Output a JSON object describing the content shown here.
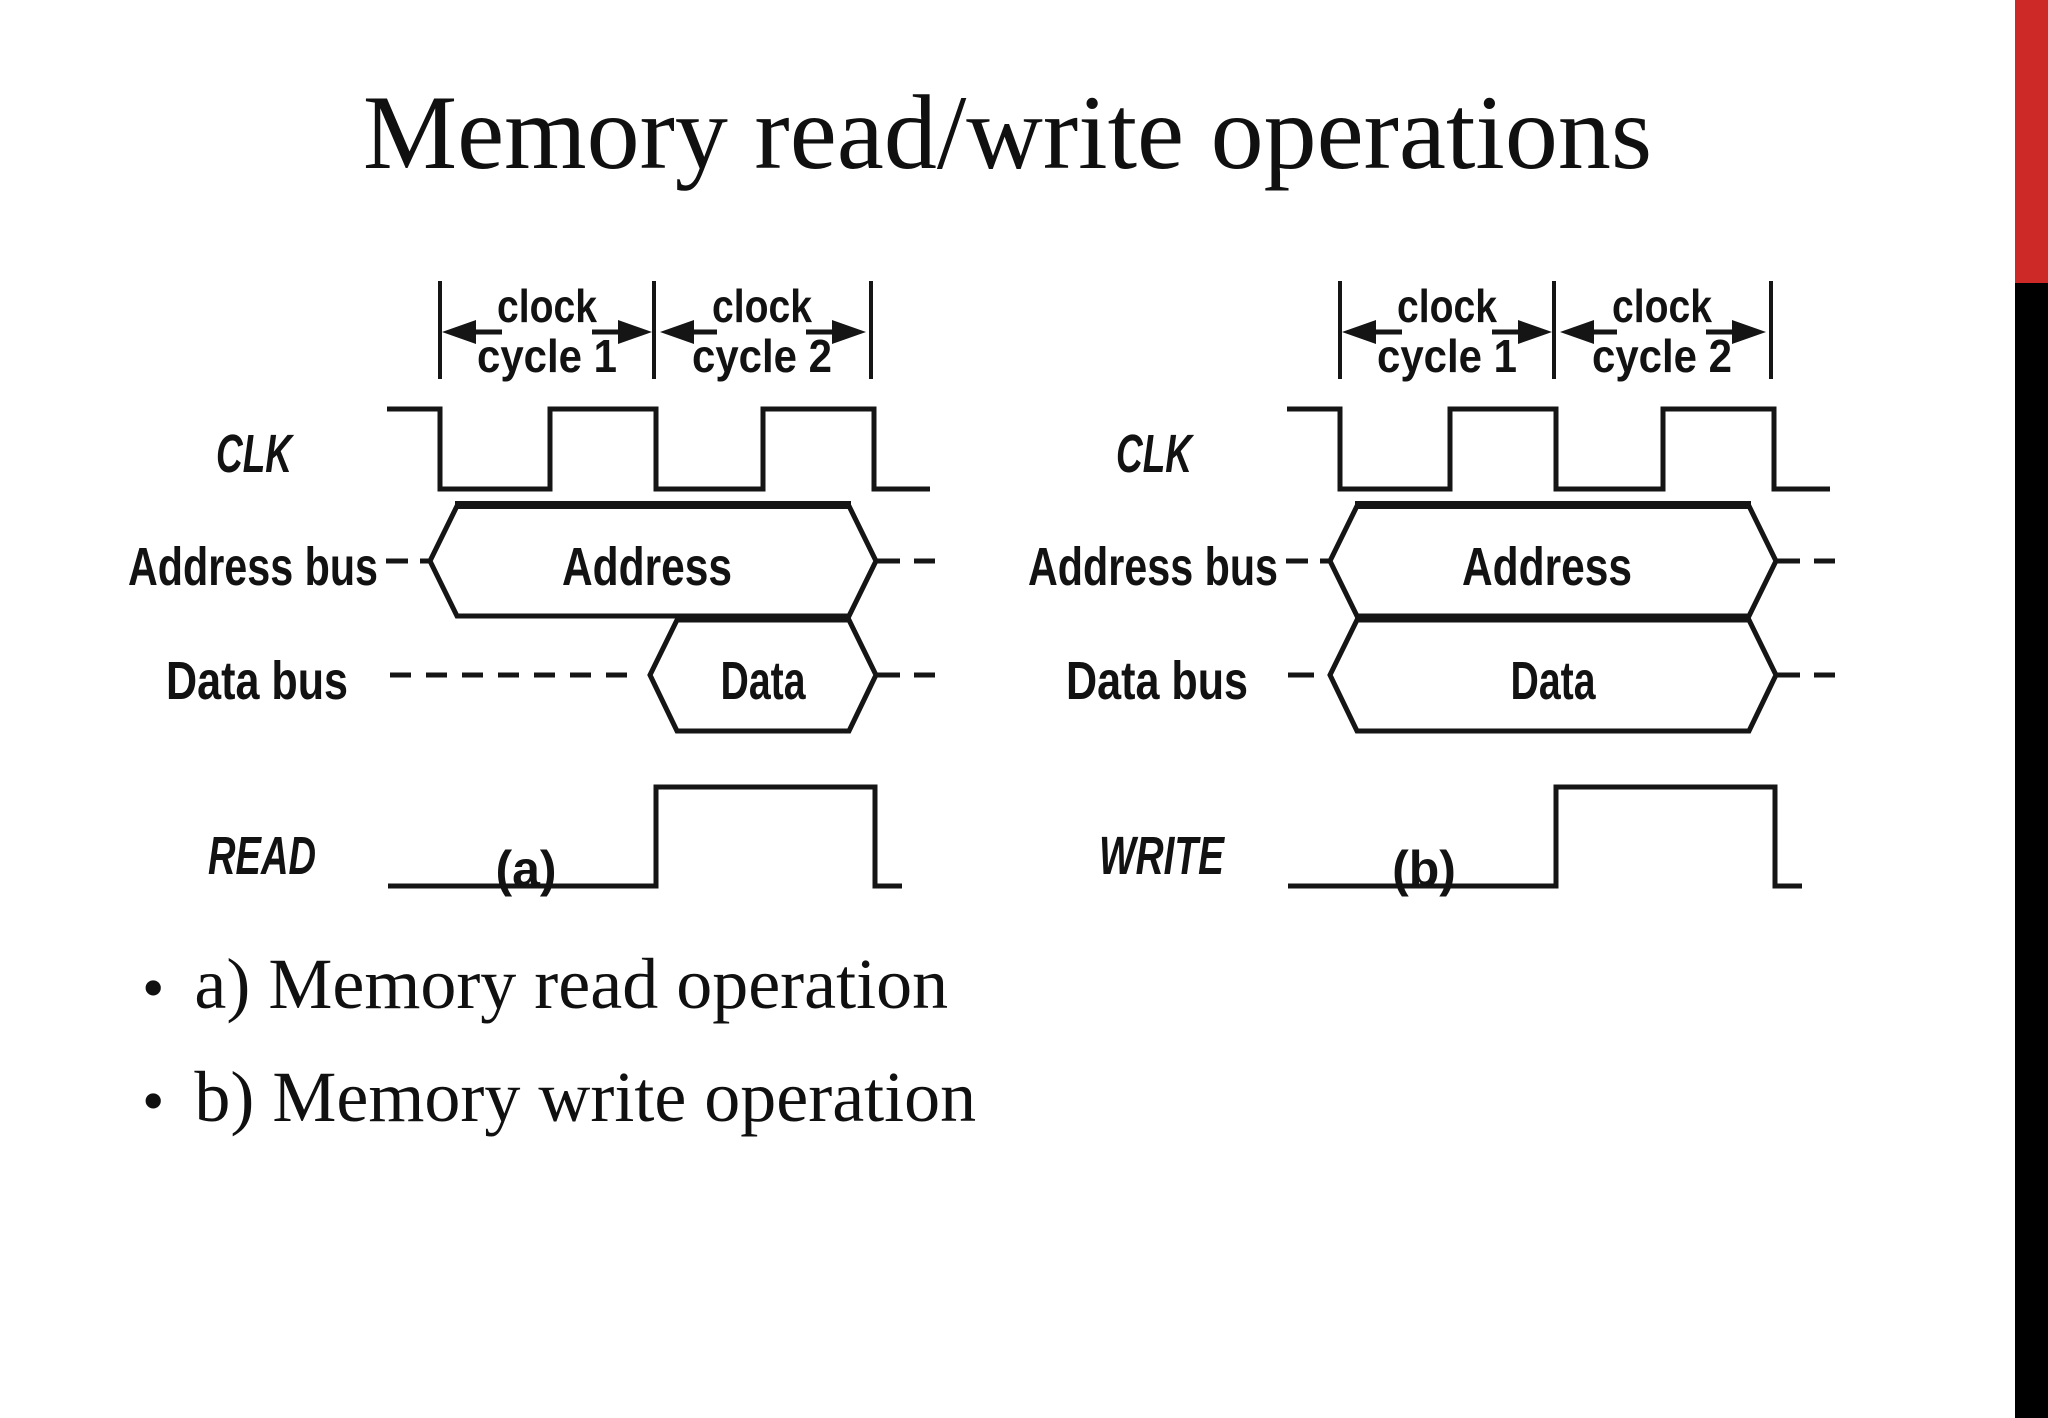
{
  "slide": {
    "title": "Memory read/write operations",
    "accent_red": "#cd2a27",
    "edge_black": "#000000",
    "bullet_glyph": "•"
  },
  "bullets": [
    {
      "text": "a) Memory read operation"
    },
    {
      "text": "b) Memory write operation"
    }
  ],
  "diagrams": [
    {
      "caption": "(a)",
      "clock_cycle_1_top": "clock",
      "clock_cycle_1_bottom": "cycle 1",
      "clock_cycle_2_top": "clock",
      "clock_cycle_2_bottom": "cycle 2",
      "clk_label": "CLK",
      "address_bus_label": "Address bus",
      "data_bus_label": "Data bus",
      "control_label": "READ",
      "address_value": "Address",
      "data_value": "Data"
    },
    {
      "caption": "(b)",
      "clock_cycle_1_top": "clock",
      "clock_cycle_1_bottom": "cycle 1",
      "clock_cycle_2_top": "clock",
      "clock_cycle_2_bottom": "cycle 2",
      "clk_label": "CLK",
      "address_bus_label": "Address bus",
      "data_bus_label": "Data bus",
      "control_label": "WRITE",
      "address_value": "Address",
      "data_value": "Data"
    }
  ]
}
